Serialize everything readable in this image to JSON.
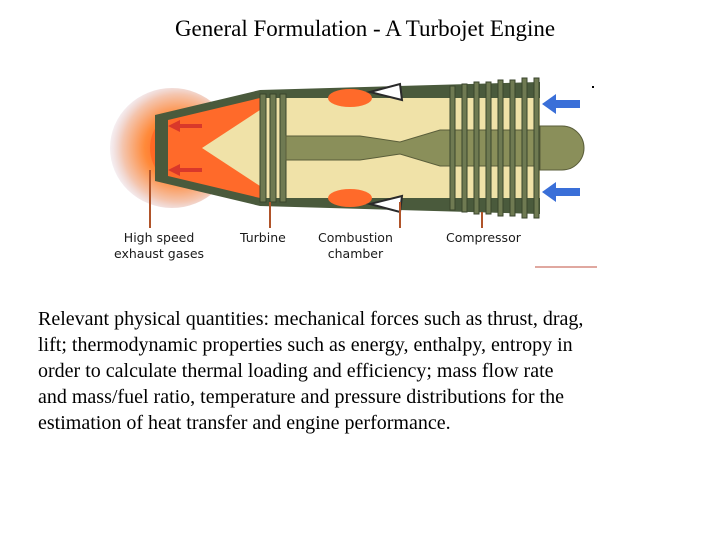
{
  "page": {
    "title": "General Formulation - A Turbojet Engine"
  },
  "diagram": {
    "labels": {
      "exhaust": [
        "High speed",
        "exhaust gases"
      ],
      "turbine": [
        "Turbine"
      ],
      "combustion": [
        "Combustion",
        "chamber"
      ],
      "compressor": [
        "Compressor"
      ]
    },
    "colors": {
      "casing": "#4a5a3c",
      "interior": "#f0e2a8",
      "shaft": "#8a8f5a",
      "flame": "#ff6a2a",
      "inflow_arrow": "#3a6fd8",
      "leader_line": "#b0542a"
    }
  },
  "body": {
    "lines": [
      "Relevant physical quantities: mechanical forces such as thrust, drag,",
      "lift; thermodynamic properties such as energy, enthalpy, entropy in",
      "order to calculate thermal loading and efficiency; mass flow rate",
      "and mass/fuel ratio, temperature and pressure distributions for the",
      "estimation of heat transfer and engine performance."
    ]
  }
}
